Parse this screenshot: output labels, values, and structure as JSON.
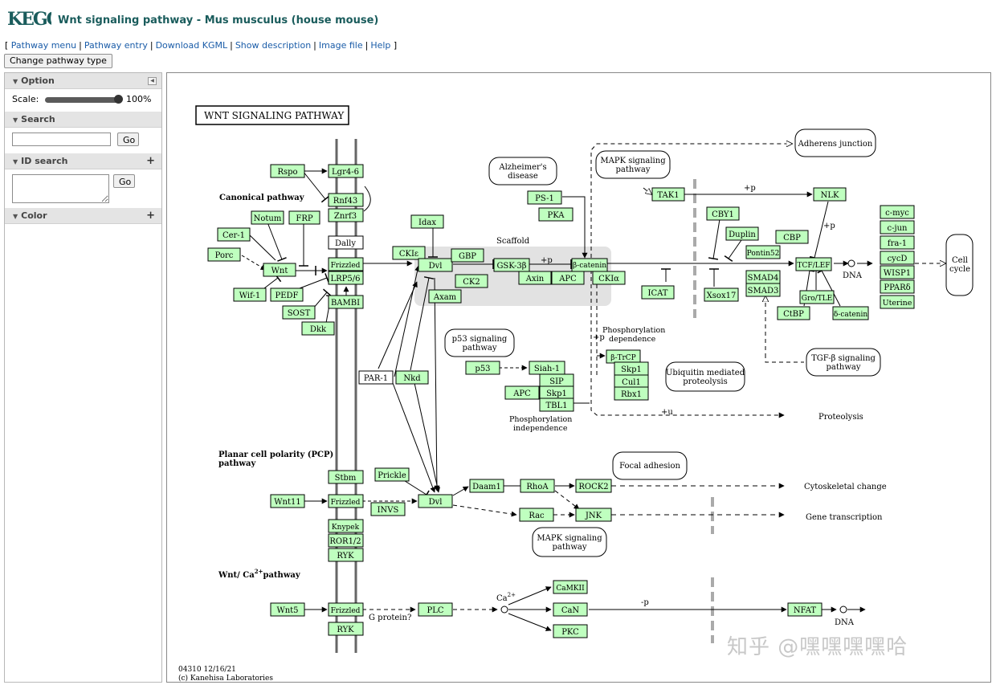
{
  "header": {
    "logo_text": "KEGG",
    "title": "Wnt signaling pathway - Mus musculus (house mouse)",
    "links": [
      "Pathway menu",
      "Pathway entry",
      "Download KGML",
      "Show description",
      "Image file",
      "Help"
    ],
    "change_button": "Change pathway type"
  },
  "sidebar": {
    "option": {
      "label": "Option",
      "scale_label": "Scale:",
      "scale_value": "100%"
    },
    "search": {
      "label": "Search",
      "go": "Go"
    },
    "id_search": {
      "label": "ID search",
      "go": "Go"
    },
    "color": {
      "label": "Color"
    }
  },
  "map": {
    "title": "WNT SIGNALING PATHWAY",
    "sections": {
      "canonical": "Canonical pathway",
      "pcp1": "Planar cell polarity (PCP)",
      "pcp2": "pathway",
      "ca": "Wnt/ Ca",
      "ca_sup": "2+",
      "ca_suffix": "pathway"
    },
    "genes": {
      "rspo": "Rspo",
      "lgr": "Lgr4-6",
      "rnf43": "Rnf43",
      "znrf3": "Znrf3",
      "notum": "Notum",
      "frp": "FRP",
      "cer1": "Cer-1",
      "porc": "Porc",
      "wnt": "Wnt",
      "dally": "Dally",
      "frizzled1": "Frizzled",
      "lrp": "LRP5/6",
      "wif1": "Wif-1",
      "pedf": "PEDF",
      "sost": "SOST",
      "dkk": "Dkk",
      "bambi": "BAMBI",
      "idax": "Idax",
      "ckie": "CKIε",
      "dvl1": "Dvl",
      "gbp": "GBP",
      "ck2": "CK2",
      "axam": "Axam",
      "gsk": "GSK-3β",
      "axin": "Axin",
      "apc1": "APC",
      "bcat": "β-catenin",
      "ckia": "CKIα",
      "ps1": "PS-1",
      "pka": "PKA",
      "tak1": "TAK1",
      "nlk": "NLK",
      "cby1": "CBY1",
      "duplin": "Duplin",
      "cbp": "CBP",
      "pontin": "Pontin52",
      "icat": "ICAT",
      "xsox": "Xsox17",
      "smad4": "SMAD4",
      "smad3": "SMAD3",
      "tcf": "TCF/LEF",
      "ctbp": "CtBP",
      "gro": "Gro/TLE",
      "dcat": "δ-catenin",
      "cmyc": "c-myc",
      "cjun": "c-jun",
      "fra1": "fra-1",
      "cycd": "cycD",
      "wisp": "WISP1",
      "ppar": "PPARδ",
      "uterine": "Uterine",
      "par1": "PAR-1",
      "nkd": "Nkd",
      "p53": "p53",
      "siah": "Siah-1",
      "sip": "SIP",
      "apc2": "APC",
      "skp1a": "Skp1",
      "tbl1": "TBL1",
      "btrcp": "β-TrCP",
      "skp1b": "Skp1",
      "cul1": "Cul1",
      "rbx1": "Rbx1",
      "prickle": "Prickle",
      "stbm": "Stbm",
      "wnt11": "Wnt11",
      "frizzled2": "Frizzled",
      "invs": "INVS",
      "dvl2": "Dvl",
      "knypek": "Knypek",
      "ror": "ROR1/2",
      "ryk1": "RYK",
      "daam1": "Daam1",
      "rhoa": "RhoA",
      "rock2": "ROCK2",
      "rac": "Rac",
      "jnk": "JNK",
      "wnt5": "Wnt5",
      "frizzled3": "Frizzled",
      "ryk2": "RYK",
      "plc": "PLC",
      "camk": "CaMKII",
      "can": "CaN",
      "pkc": "PKC",
      "nfat": "NFAT"
    },
    "maps": {
      "alz": [
        "Alzheimer's",
        "disease"
      ],
      "mapk1": [
        "MAPK signaling",
        "pathway"
      ],
      "adherens": [
        "Adherens junction"
      ],
      "p53path": [
        "p53 signaling",
        "pathway"
      ],
      "ubiq": [
        "Ubiquitin mediated",
        "proteolysis"
      ],
      "tgfb": [
        "TGF-β signaling",
        "pathway"
      ],
      "cellcycle": [
        "Cell",
        "cycle"
      ],
      "focal": [
        "Focal adhesion"
      ],
      "mapk2": [
        "MAPK signaling",
        "pathway"
      ]
    },
    "labels": {
      "scaffold": "Scaffold",
      "phos_dep1": "Phosphorylation",
      "phos_dep2": "dependence",
      "phos_ind1": "Phosphorylation",
      "phos_ind2": "independence",
      "proteolysis": "Proteolysis",
      "dna1": "DNA",
      "dna2": "DNA",
      "cytoskeletal": "Cytoskeletal change",
      "gene_trans": "Gene transcription",
      "gprotein": "G protein?",
      "ca": "Ca",
      "ca_sup": "2+",
      "plus_p1": "+p",
      "plus_p2": "+p",
      "plus_p3": "+p",
      "plus_p4": "+p",
      "plus_u": "+u",
      "minus_p": "-p",
      "footer1": "04310 12/16/21",
      "footer2": "(c) Kanehisa Laboratories"
    }
  },
  "watermark": "知乎 @嘿嘿嘿嘿哈",
  "colors": {
    "gene_fill": "#bfffbf",
    "title_color": "#1a5c5c",
    "link_color": "#1a5ca8"
  }
}
